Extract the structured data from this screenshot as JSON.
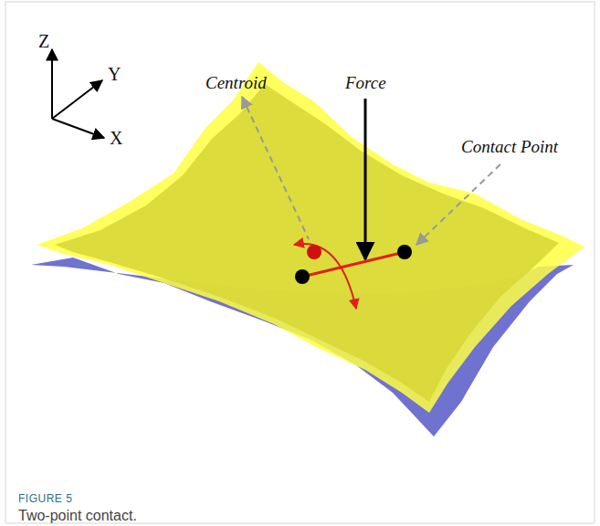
{
  "diagram": {
    "caption": "Two-point contact.",
    "labels": [
      "Z",
      "Y",
      "X",
      "Centroid",
      "Force",
      "Contact Point",
      "FIGURE 5"
    ]
  }
}
